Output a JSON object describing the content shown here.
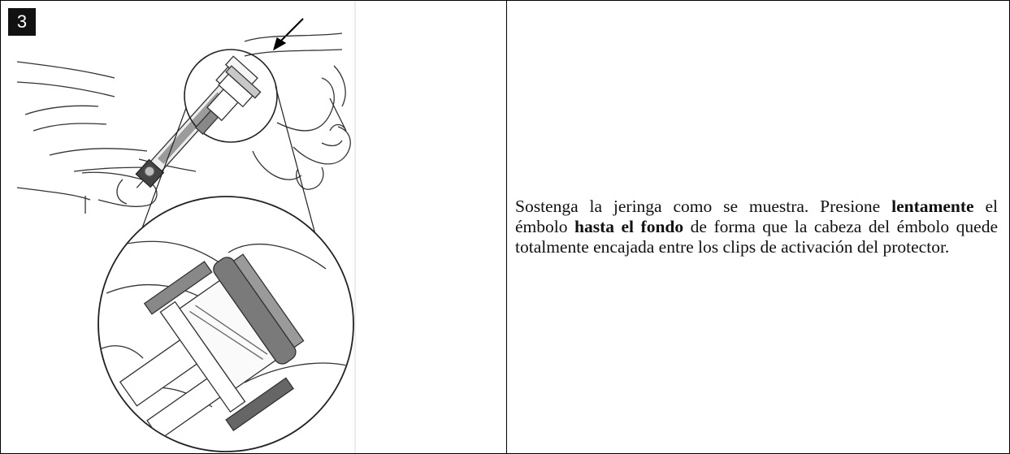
{
  "step": {
    "number": "3"
  },
  "illustration": {
    "icon": "syringe-plunger-press-illustration"
  },
  "instruction": {
    "part1": "Sostenga la jeringa como se muestra. Presione ",
    "bold1": "lentamente",
    "part2": " el émbolo ",
    "bold2": "hasta el fondo",
    "part3": " de forma que la cabeza del émbolo quede totalmente encajada entre los clips de activación del protector."
  }
}
